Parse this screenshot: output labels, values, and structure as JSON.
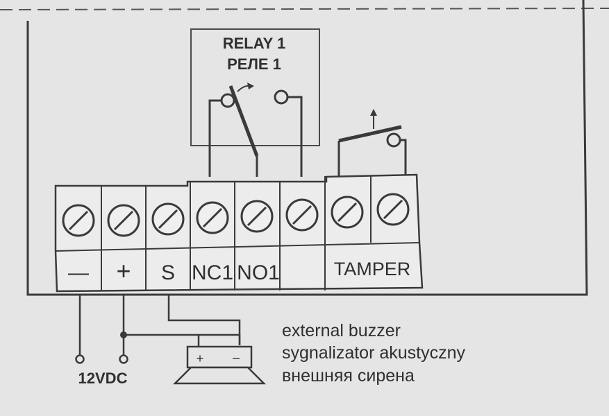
{
  "relay": {
    "title_en": "RELAY 1",
    "title_ru": "РЕЛЕ 1"
  },
  "terminals": {
    "labels": [
      "—",
      "+",
      "S",
      "NC1",
      "NO1",
      "TAMPER"
    ]
  },
  "power": {
    "label": "12VDC"
  },
  "buzzer": {
    "plus": "+",
    "minus": "–",
    "text_en": "external buzzer",
    "text_pl": "sygnalizator akustyczny",
    "text_ru": "внешняя сирена"
  },
  "colors": {
    "paper": "#ebebeb",
    "line": "#3a3a3a",
    "background": "#d9d7d8"
  }
}
